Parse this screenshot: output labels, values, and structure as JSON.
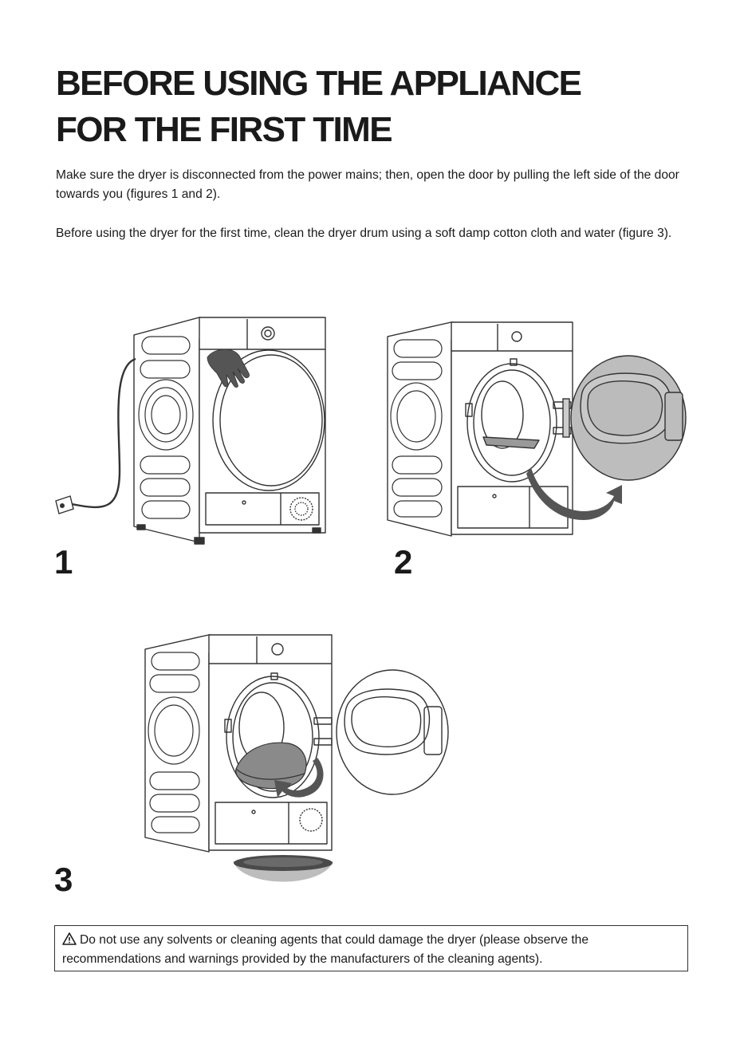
{
  "heading": {
    "line1": "BEFORE USING THE APPLIANCE",
    "line2": "FOR THE FIRST TIME"
  },
  "paragraphs": {
    "p1": "Make sure the dryer is disconnected from the power mains; then, open the door by pulling the left side of the door towards you (figures 1 and 2).",
    "p2": "Before using the dryer for the first time, clean the dryer drum using a soft damp cotton cloth and water (figure 3)."
  },
  "figures": {
    "fig1": {
      "number": "1",
      "icons": [
        "dryer-closed-door",
        "hand-icon",
        "power-plug-icon"
      ]
    },
    "fig2": {
      "number": "2",
      "icons": [
        "dryer-open-door",
        "open-arrow-icon"
      ]
    },
    "fig3": {
      "number": "3",
      "icons": [
        "dryer-open-door",
        "cloth-icon",
        "wipe-arrow-icon",
        "water-bowl-icon"
      ]
    }
  },
  "warning": {
    "icon": "warning-triangle-icon",
    "text": "Do not use any solvents or cleaning agents that could damage the dryer (please observe the recommendations and warnings provided by the manufacturers of the cleaning agents)."
  },
  "colors": {
    "text": "#1a1a1a",
    "line": "#333333",
    "arrow": "#555555",
    "fill_gray": "#bdbdbd"
  }
}
